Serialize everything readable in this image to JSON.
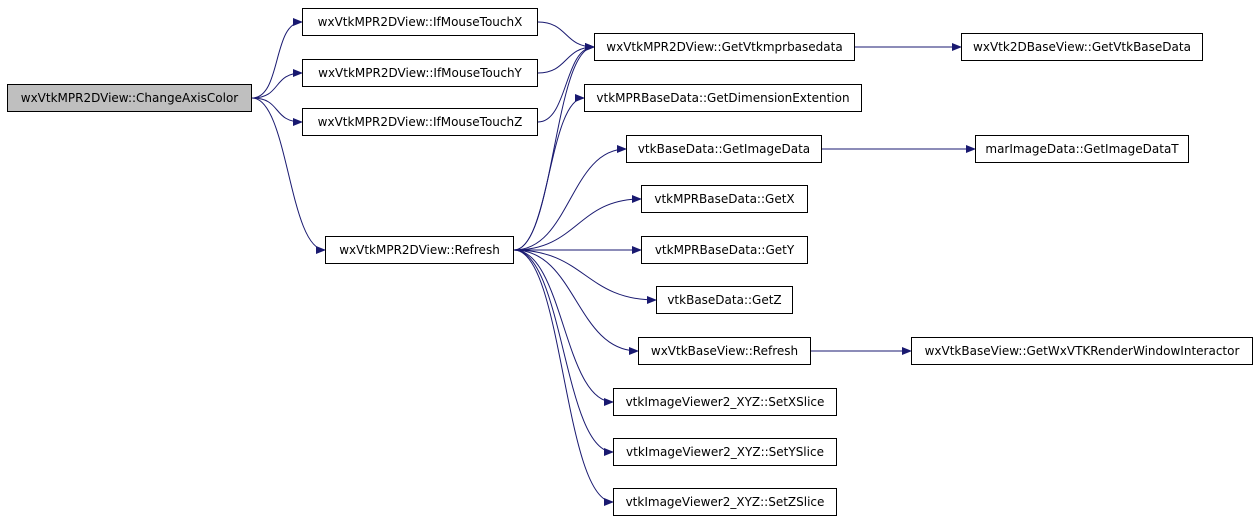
{
  "diagram": {
    "type": "call-graph",
    "edge_color": "#191970",
    "root_fill": "#bfbfbf",
    "nodes": {
      "change_axis_color": "wxVtkMPR2DView::ChangeAxisColor",
      "if_mouse_touch_x": "wxVtkMPR2DView::IfMouseTouchX",
      "if_mouse_touch_y": "wxVtkMPR2DView::IfMouseTouchY",
      "if_mouse_touch_z": "wxVtkMPR2DView::IfMouseTouchZ",
      "get_vtkmprbasedata": "wxVtkMPR2DView::GetVtkmprbasedata",
      "get_vtk_base_data": "wxVtk2DBaseView::GetVtkBaseData",
      "get_dimension_extention": "vtkMPRBaseData::GetDimensionExtention",
      "get_image_data": "vtkBaseData::GetImageData",
      "get_image_data_t": "marImageData::GetImageDataT",
      "get_x": "vtkMPRBaseData::GetX",
      "get_y": "vtkMPRBaseData::GetY",
      "get_z": "vtkBaseData::GetZ",
      "mpr2d_refresh": "wxVtkMPR2DView::Refresh",
      "base_view_refresh": "wxVtkBaseView::Refresh",
      "get_render_window_interactor": "wxVtkBaseView::GetWxVTKRenderWindowInteractor",
      "set_x_slice": "vtkImageViewer2_XYZ::SetXSlice",
      "set_y_slice": "vtkImageViewer2_XYZ::SetYSlice",
      "set_z_slice": "vtkImageViewer2_XYZ::SetZSlice"
    },
    "edges": [
      [
        "change_axis_color",
        "if_mouse_touch_x"
      ],
      [
        "change_axis_color",
        "if_mouse_touch_y"
      ],
      [
        "change_axis_color",
        "if_mouse_touch_z"
      ],
      [
        "change_axis_color",
        "mpr2d_refresh"
      ],
      [
        "if_mouse_touch_x",
        "get_vtkmprbasedata"
      ],
      [
        "if_mouse_touch_y",
        "get_vtkmprbasedata"
      ],
      [
        "if_mouse_touch_z",
        "get_vtkmprbasedata"
      ],
      [
        "mpr2d_refresh",
        "get_vtkmprbasedata"
      ],
      [
        "get_vtkmprbasedata",
        "get_vtk_base_data"
      ],
      [
        "mpr2d_refresh",
        "get_dimension_extention"
      ],
      [
        "mpr2d_refresh",
        "get_image_data"
      ],
      [
        "get_image_data",
        "get_image_data_t"
      ],
      [
        "mpr2d_refresh",
        "get_x"
      ],
      [
        "mpr2d_refresh",
        "get_y"
      ],
      [
        "mpr2d_refresh",
        "get_z"
      ],
      [
        "mpr2d_refresh",
        "base_view_refresh"
      ],
      [
        "base_view_refresh",
        "get_render_window_interactor"
      ],
      [
        "mpr2d_refresh",
        "set_x_slice"
      ],
      [
        "mpr2d_refresh",
        "set_y_slice"
      ],
      [
        "mpr2d_refresh",
        "set_z_slice"
      ]
    ]
  }
}
